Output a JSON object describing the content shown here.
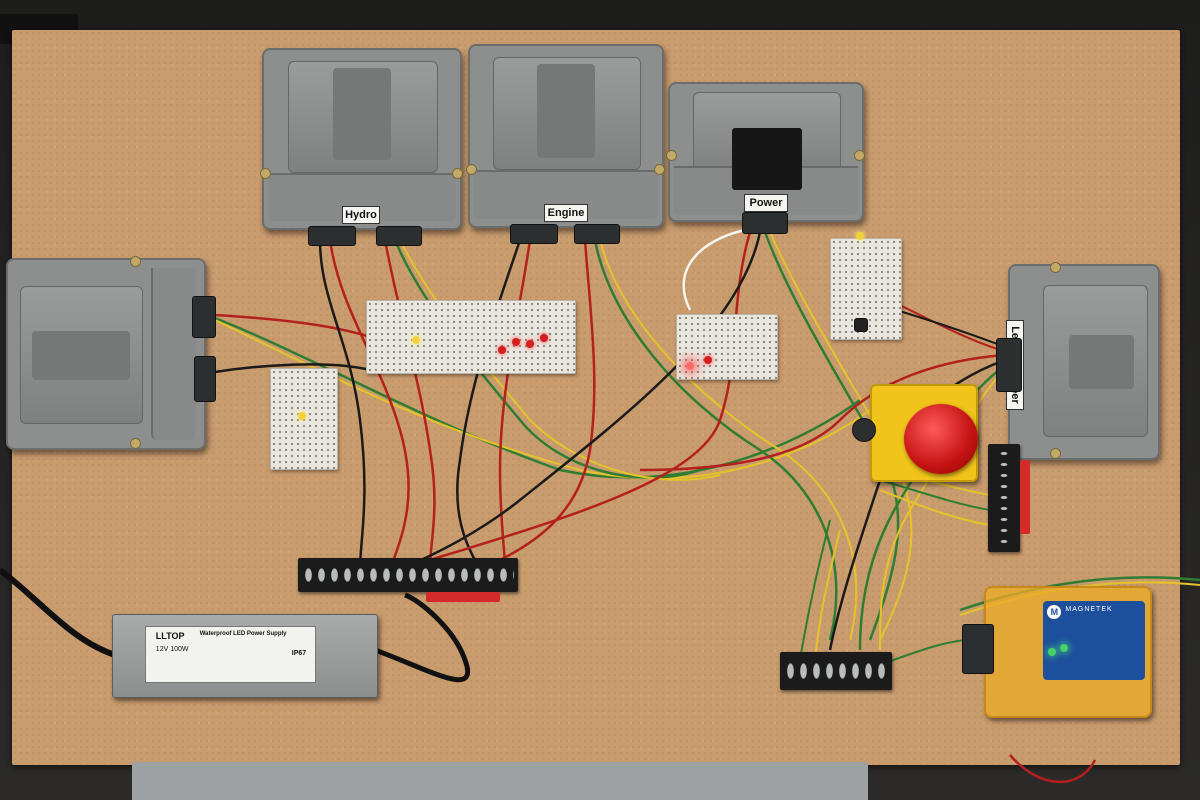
{
  "photo": {
    "subject": "Wiring test board with controller modules"
  },
  "labels": {
    "hydro": "Hydro",
    "engine": "Engine",
    "power": "Power",
    "left_front_steer": "Left front steer"
  },
  "power_supply": {
    "brand": "LLTOP",
    "rating": "12V 100W",
    "title": "Waterproof LED Power Supply",
    "ingress": "IP67"
  },
  "can_module": {
    "brand": "MAGNETEK"
  },
  "colors": {
    "board": "#c99c6e",
    "module_housing": "#8d8f8f",
    "estop_housing": "#f0c41a",
    "estop_button": "#c41212",
    "can_module": "#eba328",
    "wire_red": "#b3201e",
    "wire_black": "#1a1a1a",
    "wire_green": "#2e7d32",
    "wire_yellow": "#e6c32a"
  }
}
